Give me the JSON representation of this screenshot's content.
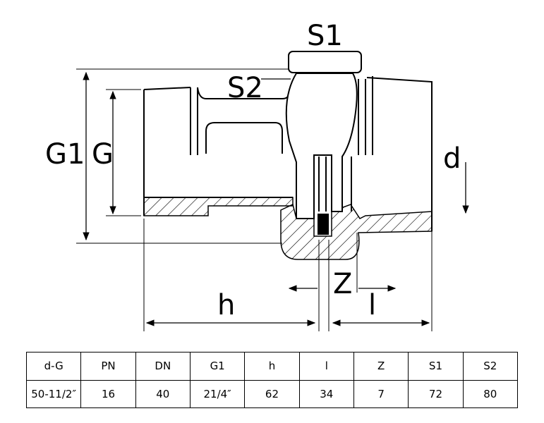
{
  "diagram": {
    "labels": {
      "s1": "S1",
      "s2": "S2",
      "g1": "G1",
      "g": "G",
      "d": "d",
      "z": "Z",
      "h": "h",
      "l": "l"
    }
  },
  "table": {
    "headers": [
      "d-G",
      "PN",
      "DN",
      "G1",
      "h",
      "l",
      "Z",
      "S1",
      "S2"
    ],
    "rows": [
      [
        "50-11/2″",
        "16",
        "40",
        "21/4″",
        "62",
        "34",
        "7",
        "72",
        "80"
      ]
    ]
  }
}
